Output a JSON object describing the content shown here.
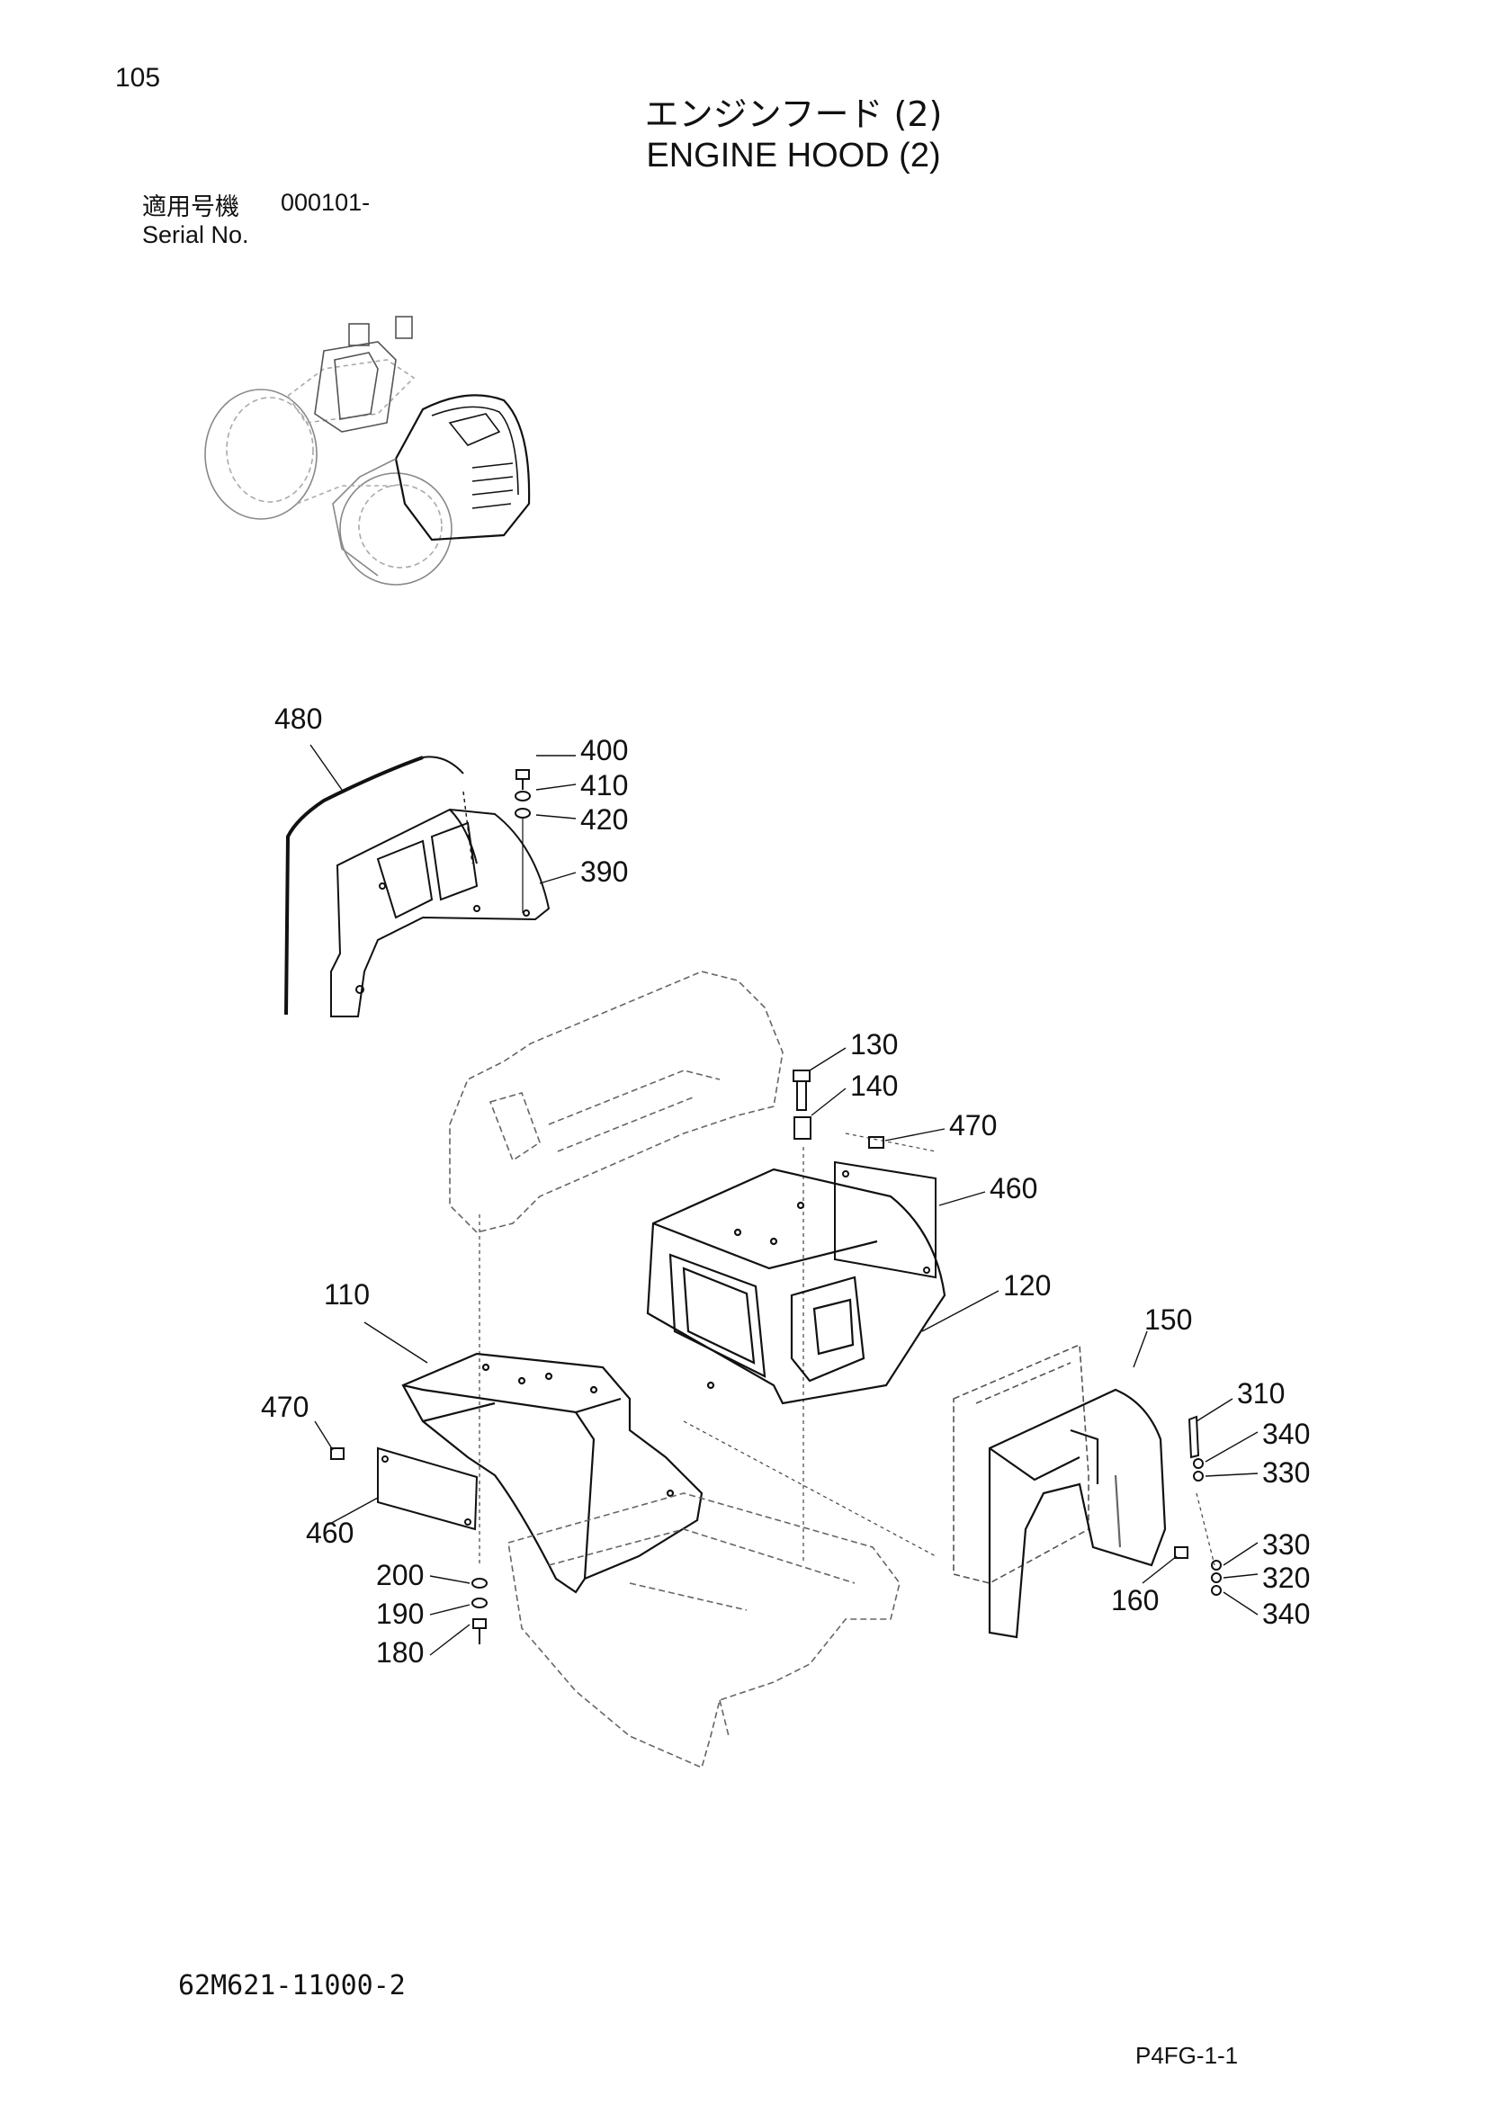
{
  "header": {
    "page_number": "105",
    "title_jp": "エンジンフード (2)",
    "title_en": "ENGINE HOOD (2)",
    "serial_label_jp": "適用号機",
    "serial_value": "000101-",
    "serial_label_en": "Serial No."
  },
  "footer": {
    "drawing_number": "62M621-11000-2",
    "page_code": "P4FG-1-1"
  },
  "callouts": {
    "c480": "480",
    "c400": "400",
    "c410": "410",
    "c420": "420",
    "c390": "390",
    "c130": "130",
    "c140": "140",
    "c470a": "470",
    "c460a": "460",
    "c120": "120",
    "c110": "110",
    "c150": "150",
    "c470b": "470",
    "c460b": "460",
    "c310": "310",
    "c340a": "340",
    "c330a": "330",
    "c330b": "330",
    "c320": "320",
    "c340b": "340",
    "c160": "160",
    "c200": "200",
    "c190": "190",
    "c180": "180"
  }
}
